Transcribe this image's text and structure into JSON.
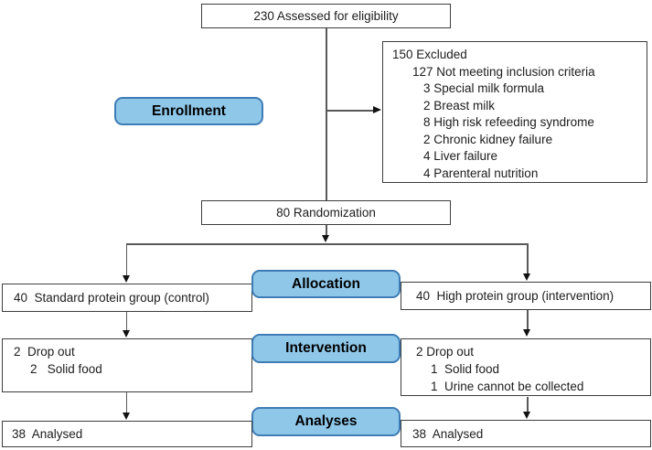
{
  "colors": {
    "stage_fill": "#8FC7E9",
    "stage_border": "#3E7CB5",
    "box_border": "#3D3D3D",
    "connector": "#595959",
    "arrow": "#111111"
  },
  "stages": {
    "enrollment": "Enrollment",
    "allocation": "Allocation",
    "intervention": "Intervention",
    "analyses": "Analyses"
  },
  "boxes": {
    "assessed": "230 Assessed for eligibility",
    "excluded": [
      "150 Excluded",
      "127 Not meeting inclusion criteria",
      "3 Special milk formula",
      "2 Breast milk",
      "8 High risk refeeding syndrome",
      "2 Chronic kidney failure",
      "4 Liver failure",
      "4 Parenteral nutrition"
    ],
    "randomization": "80 Randomization",
    "control_allocation": "40  Standard protein group (control)",
    "intervention_allocation": "40  High protein group (intervention)",
    "control_dropout": [
      "2  Drop out",
      "2   Solid food"
    ],
    "intervention_dropout": [
      "2 Drop out",
      "1  Solid food",
      "1  Urine cannot be collected"
    ],
    "control_analysed": "38  Analysed",
    "intervention_analysed": "38  Analysed"
  }
}
